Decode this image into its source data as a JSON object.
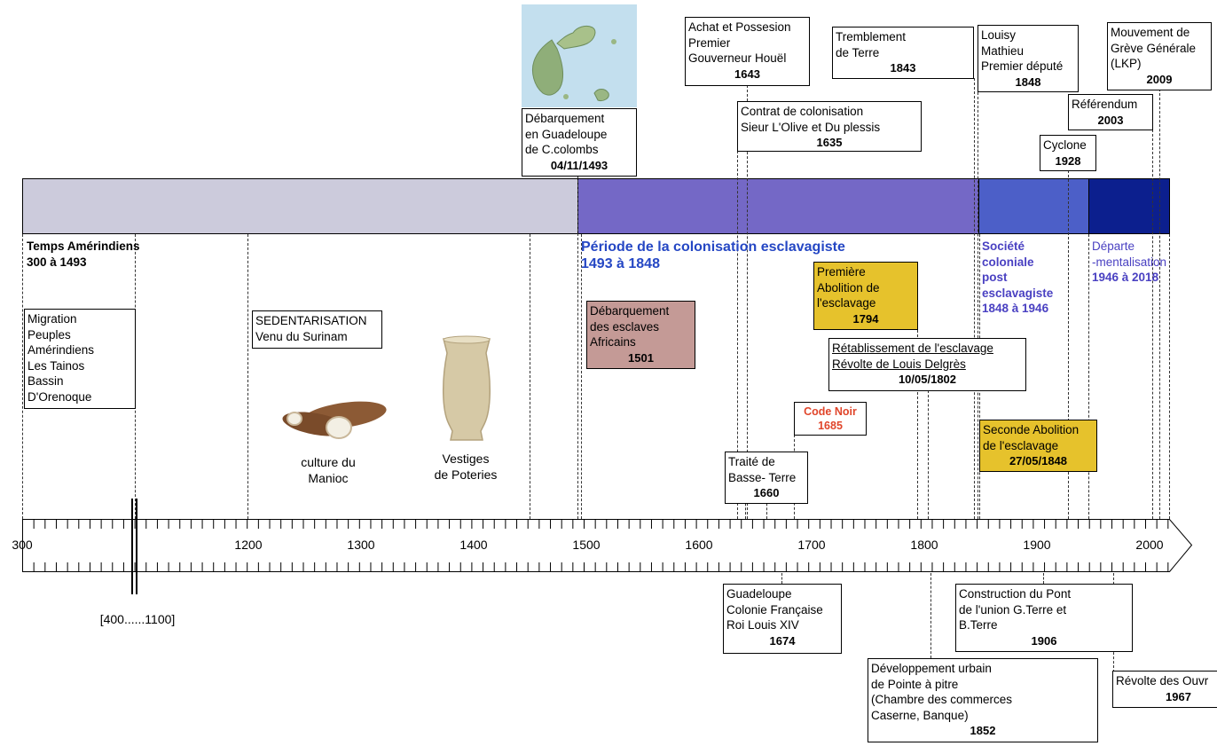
{
  "periods": {
    "amerindiens": {
      "title": "Temps Amérindiens",
      "range": "300 à 1493"
    },
    "colonisation": {
      "title": "Période de la colonisation esclavagiste",
      "range": "1493 à 1848"
    },
    "post": {
      "lines": [
        "Société",
        "coloniale",
        "post",
        "esclavagiste"
      ],
      "range": "1848 à 1946"
    },
    "departement": {
      "lines": [
        "Départe",
        "-mentalisation"
      ],
      "range": "1946 à 2018"
    }
  },
  "events": {
    "debarquement_colomb": {
      "lines": [
        "Débarquement",
        "en Guadeloupe",
        "de C.colombs"
      ],
      "date": "04/11/1493"
    },
    "achat": {
      "lines": [
        "Achat et Possesion",
        "Premier",
        "Gouverneur Houël"
      ],
      "date": "1643"
    },
    "tremblement": {
      "lines": [
        "Tremblement",
        "de Terre"
      ],
      "date": "1843"
    },
    "louisy": {
      "lines": [
        "Louisy",
        "Mathieu",
        "Premier député"
      ],
      "date": "1848"
    },
    "lkp": {
      "lines": [
        "Mouvement de",
        "Grève Générale",
        "(LKP)"
      ],
      "date": "2009"
    },
    "contrat": {
      "lines": [
        "Contrat de colonisation",
        "Sieur L'Olive et Du plessis"
      ],
      "date": "1635"
    },
    "referendum": {
      "lines": [
        "Référendum"
      ],
      "date": "2003"
    },
    "cyclone": {
      "lines": [
        "Cyclone"
      ],
      "date": "1928"
    },
    "migration": {
      "lines": [
        "Migration",
        "Peuples",
        "Amérindiens",
        "Les Tainos",
        "Bassin",
        "D'Orenoque"
      ]
    },
    "sedentarisation": {
      "lines": [
        "SEDENTARISATION",
        "Venu du Surinam"
      ]
    },
    "esclaves": {
      "lines": [
        "Débarquement",
        "des esclaves",
        "Africains"
      ],
      "date": "1501"
    },
    "abolition1": {
      "lines": [
        "Première",
        "Abolition de",
        "l'esclavage"
      ],
      "date": "1794"
    },
    "retablissement": {
      "lines": [
        "Rétablissement de l'esclavage",
        "Révolte de Louis Delgrès"
      ],
      "date": "10/05/1802"
    },
    "code_noir": {
      "title": "Code Noir",
      "date": "1685"
    },
    "traite": {
      "lines": [
        "Traité de",
        "Basse- Terre"
      ],
      "date": "1660"
    },
    "abolition2": {
      "lines": [
        "Seconde Abolition",
        "de l'esclavage"
      ],
      "date": "27/05/1848"
    },
    "colonie": {
      "lines": [
        "Guadeloupe",
        "Colonie Française",
        "Roi Louis XIV"
      ],
      "date": "1674"
    },
    "pont": {
      "lines": [
        "Construction du Pont",
        "de l'union G.Terre et",
        "B.Terre"
      ],
      "date": "1906"
    },
    "developpement": {
      "lines": [
        "Développement urbain",
        "de Pointe à pitre",
        "(Chambre des commerces",
        "Caserne, Banque)"
      ],
      "date": "1852"
    },
    "revolte_ouvriers": {
      "lines": [
        "Révolte des Ouvr"
      ],
      "date": "1967"
    }
  },
  "captions": {
    "manioc": [
      "culture du",
      "Manioc"
    ],
    "poteries": [
      "Vestiges",
      "de Poteries"
    ],
    "range_400_1100": "[400......1100]"
  },
  "axis": {
    "labels": [
      "300",
      "1200",
      "1300",
      "1400",
      "1500",
      "1600",
      "1700",
      "1800",
      "1900",
      "2000"
    ]
  },
  "colors": {
    "amerindiens_band": "#cccbdc",
    "colonisation_band": "#7468c6",
    "post_band": "#4c5fc8",
    "departement_band": "#0c1f8e",
    "colonisation_title": "#2547c4",
    "post_title": "#4a41c2",
    "code_noir": "#e0452a",
    "gold_box": "#e6c22c",
    "rose_box": "#c49a96"
  }
}
